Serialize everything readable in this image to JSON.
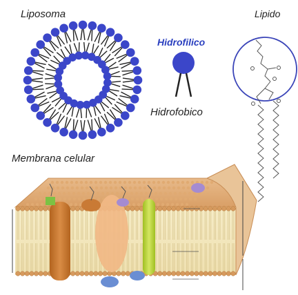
{
  "labels": {
    "liposome_title": "Liposoma",
    "lipid_title": "Lipido",
    "hydrophilic": "Hidrofilico",
    "hydrophobic": "Hidrofobico",
    "membrane_title": "Membrana celular"
  },
  "colors": {
    "head": "#3b46c9",
    "tail": "#222222",
    "ring": "#3a44b8",
    "membrane_surface": "#e2b487",
    "membrane_edge": "#c98e56",
    "protein_orange": "#c97a35",
    "protein_peach": "#f1b985",
    "protein_green": "#b8d23c",
    "protein_blue": "#6a8ed3",
    "protein_purple": "#a58bd1"
  },
  "liposome": {
    "outer_heads": 36,
    "inner_heads": 24
  },
  "membrane": {
    "heads_per_row": 48
  }
}
